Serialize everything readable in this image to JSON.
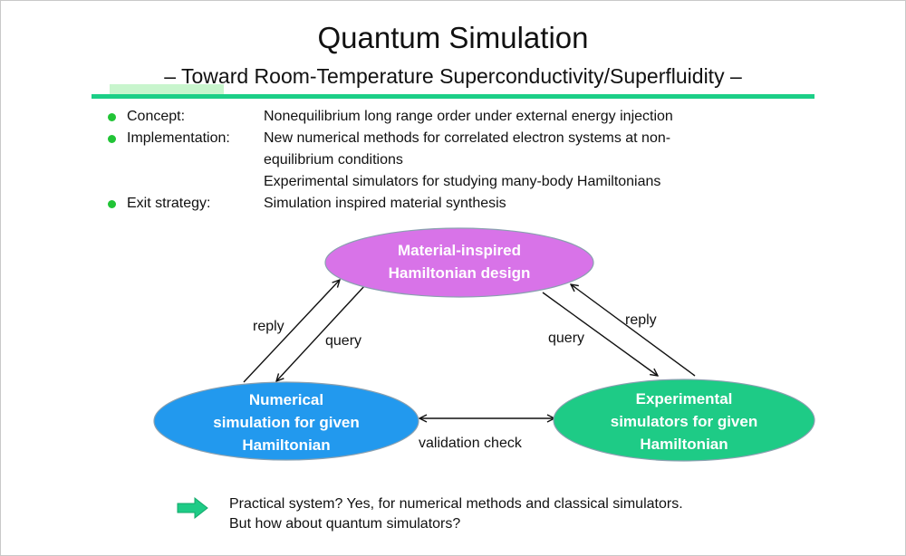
{
  "title": "Quantum Simulation",
  "subtitle": "– Toward Room-Temperature Superconductivity/Superfluidity  –",
  "bullets": [
    {
      "label": "Concept:",
      "lines": [
        "Nonequilibrium long range order under external energy injection"
      ]
    },
    {
      "label": "Implementation:",
      "lines": [
        "New numerical methods for correlated electron systems at non-",
        "equilibrium conditions",
        "Experimental simulators for studying many-body Hamiltonians"
      ]
    },
    {
      "label": "Exit strategy:",
      "lines": [
        "Simulation inspired material synthesis"
      ]
    }
  ],
  "diagram": {
    "nodes": {
      "top": {
        "lines": [
          "Material-inspired",
          "Hamiltonian design"
        ],
        "color": "#d873e8"
      },
      "left": {
        "lines": [
          "Numerical",
          "simulation for given",
          "Hamiltonian"
        ],
        "color": "#2299ee"
      },
      "right": {
        "lines": [
          "Experimental",
          "simulators for given",
          "Hamiltonian"
        ],
        "color": "#1ecb86"
      }
    },
    "edges": {
      "left_reply": "reply",
      "left_query": "query",
      "right_query": "query",
      "right_reply": "reply",
      "validation": "validation check"
    }
  },
  "footer": {
    "lines": [
      "Practical system?  Yes, for numerical methods and classical simulators.",
      "But how about quantum simulators?"
    ],
    "arrow_color": "#1ecb86",
    "bullet_color": "#21c436"
  }
}
